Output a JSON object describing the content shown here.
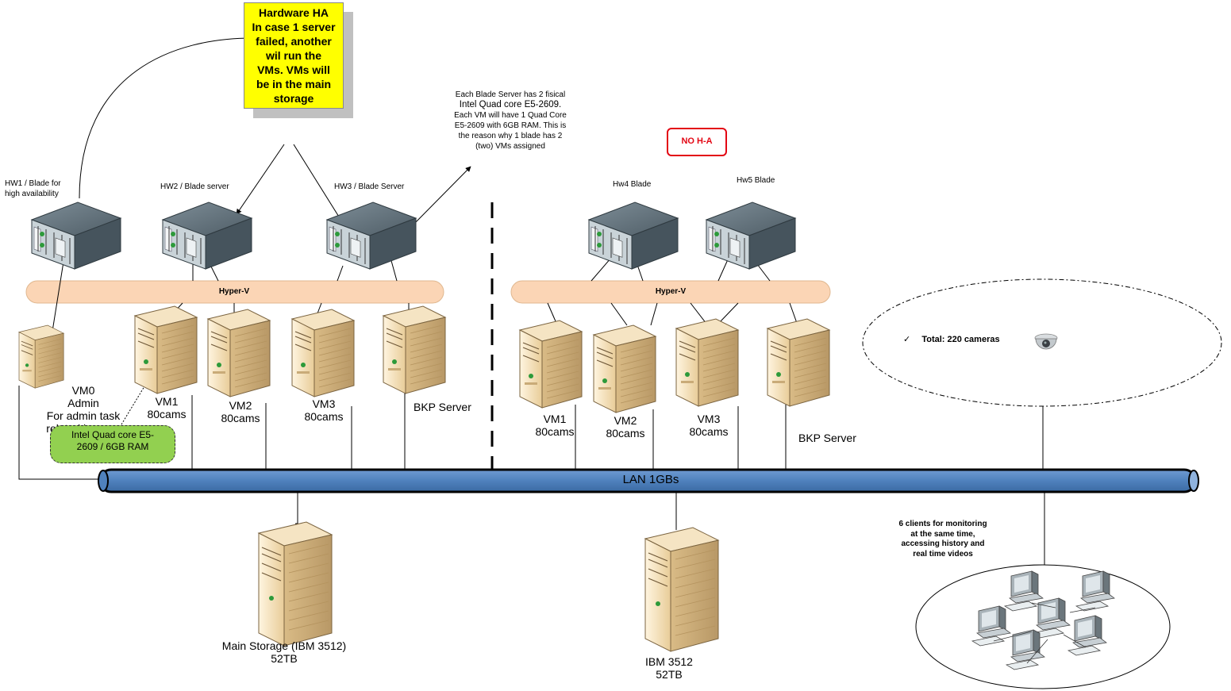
{
  "hardware_ha_note": {
    "lines": [
      "Hardware HA",
      "In case 1 server",
      "failed, another",
      "wil run the",
      "VMs. VMs will",
      "be in the main",
      "storage"
    ]
  },
  "blade_cpu_note": {
    "lines": [
      "Each Blade Server has 2 fisical",
      "Intel Quad core E5-2609.",
      "Each VM will have 1 Quad Core",
      "E5-2609 with 6GB RAM. This is",
      "the reason why 1 blade has 2",
      "(two) VMs assigned"
    ]
  },
  "no_ha_badge": "NO H-A",
  "blades": {
    "hw1": [
      "HW1 / Blade for",
      "high availability"
    ],
    "hw2": "HW2 / Blade server",
    "hw3": "HW3 / Blade Server",
    "hw4": "Hw4 Blade",
    "hw5": "Hw5 Blade"
  },
  "hyperv_label": "Hyper-V",
  "left_servers": {
    "vm0": [
      "VM0",
      "Admin",
      "For admin task",
      "related hyper-v"
    ],
    "vm1": [
      "VM1",
      "80cams"
    ],
    "vm2": [
      "VM2",
      "80cams"
    ],
    "vm3": [
      "VM3",
      "80cams"
    ],
    "bkp": "BKP Server"
  },
  "cpu_spec_note": [
    "Intel Quad core E5-",
    "2609 / 6GB RAM"
  ],
  "right_servers": {
    "vm1": [
      "VM1",
      "80cams"
    ],
    "vm2": [
      "VM2",
      "80cams"
    ],
    "vm3": [
      "VM3",
      "80cams"
    ],
    "bkp": "BKP Server"
  },
  "lan_label": "LAN 1GBs",
  "cameras": {
    "check": "✓",
    "label": "Total: 220 cameras"
  },
  "storage": {
    "main": [
      "Main Storage (IBM 3512)",
      "52TB"
    ],
    "secondary": [
      "IBM 3512",
      "52TB"
    ]
  },
  "clients_note": [
    "6 clients for monitoring",
    "at the same time,",
    "accessing history and",
    "real time videos"
  ],
  "icons": [
    "blade-server-icon",
    "tower-server-icon",
    "storage-tower-icon",
    "dome-camera-icon",
    "workstation-icon"
  ],
  "colors": {
    "lan_fill": "#4f81bd",
    "hyperv_fill": "#fbd5b5",
    "note_yellow": "#ffff00",
    "cpu_green": "#92d050",
    "noha_red": "#e30613",
    "server_beige": "#f2dcb3",
    "blade_gray": "#5f6f7a"
  }
}
